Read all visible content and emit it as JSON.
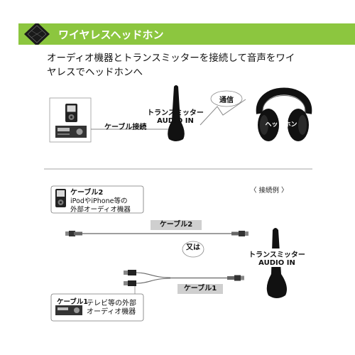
{
  "banner": {
    "title": "ワイヤレスヘッドホン",
    "accent": "#8cc63f"
  },
  "intro": {
    "line1": "オーディオ機器とトランスミッターを接続して音声をワイ",
    "line2": "ヤレスでヘッドホンへ"
  },
  "top": {
    "transmitter_line1": "トランスミッター",
    "transmitter_line2": "AUDIO IN",
    "cable_label": "ケーブル接続",
    "comm_label": "通信",
    "headphone_label": "ヘッドホン"
  },
  "bottom": {
    "example_label": "〈 接続例 〉",
    "cable2_name": "ケーブル2",
    "cable2_desc1": "iPodやiPhone等の",
    "cable2_desc2": "外部オーディオ機器",
    "cable2_tag": "ケーブル2",
    "or_label": "又は",
    "cable1_tag": "ケーブル1",
    "cable1_name": "ケーブル1",
    "cable1_desc1": "テレビ等の外部",
    "cable1_desc2": "オーディオ機器",
    "transmitter_line1": "トランスミッター",
    "transmitter_line2": "AUDIO IN"
  }
}
